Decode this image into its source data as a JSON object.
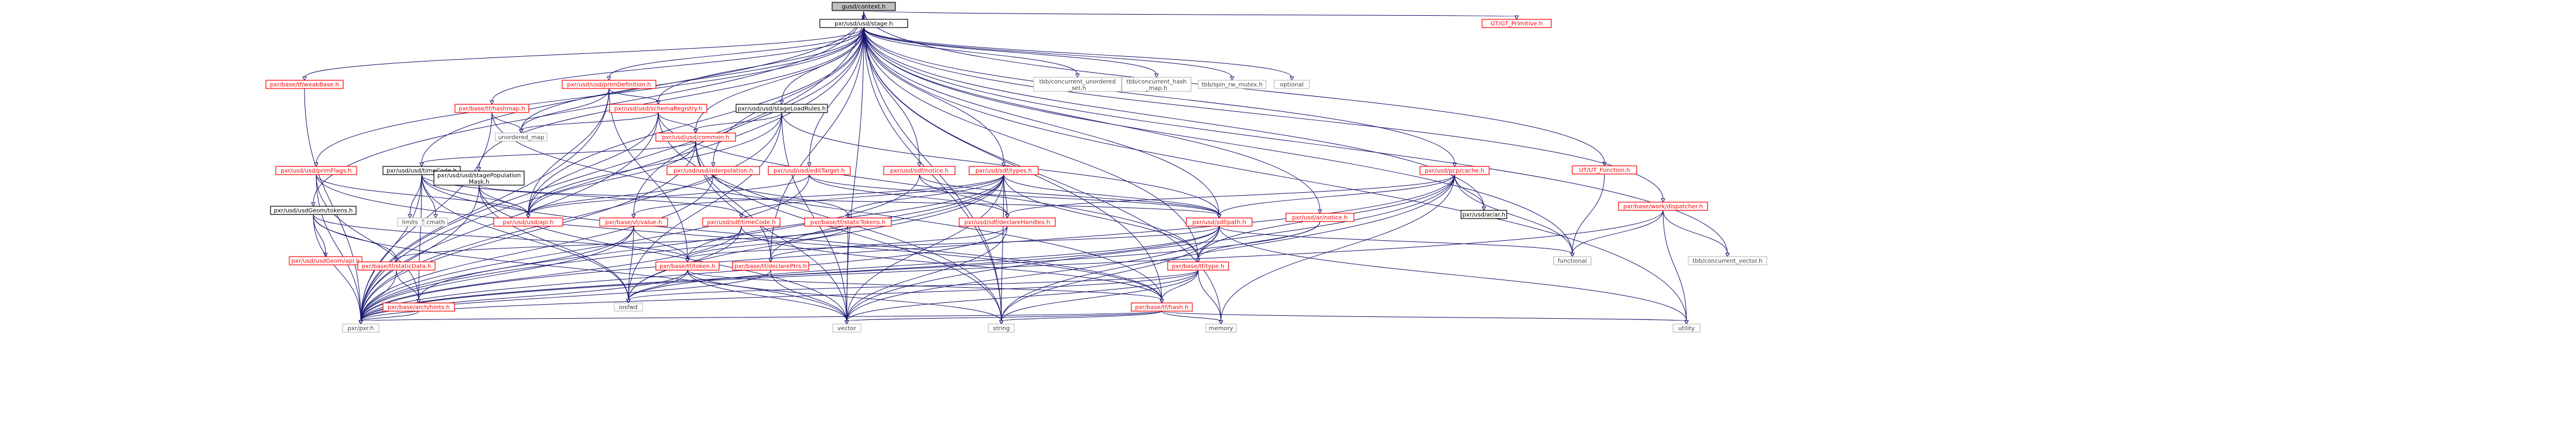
{
  "diagram": {
    "colors": {
      "edge": "#191970",
      "root_fill": "#bfbfbf",
      "text_dark": "#000000",
      "text_red": "#ff0000",
      "border_red": "#ff0000",
      "border_dark": "#000000",
      "border_gray": "#bfbfbf",
      "fill_white": "#ffffff"
    },
    "nodes": [
      {
        "id": "root",
        "label": "gusd/context.h",
        "style": "root"
      },
      {
        "id": "stage",
        "label": "pxr/usd/usd/stage.h",
        "style": "dark"
      },
      {
        "id": "gtprim",
        "label": "GT/GT_Primitive.h",
        "style": "red"
      },
      {
        "id": "utfunc",
        "label": "UT/UT_Function.h",
        "style": "red"
      },
      {
        "id": "weakbase",
        "label": "pxr/base/tf/weakBase.h",
        "style": "red"
      },
      {
        "id": "primdef",
        "label": "pxr/usd/usd/primDefinition.h",
        "style": "red"
      },
      {
        "id": "hashmap",
        "label": "pxr/base/tf/hashmap.h",
        "style": "red"
      },
      {
        "id": "schemareg",
        "label": "pxr/usd/usd/schemaRegistry.h",
        "style": "red"
      },
      {
        "id": "stageload",
        "label": "pxr/usd/usd/stageLoadRules.h",
        "style": "dark"
      },
      {
        "id": "tbbset",
        "label": "tbb/concurrent_unordered\n_set.h",
        "style": "gray"
      },
      {
        "id": "tbbhash",
        "label": "tbb/concurrent_hash\n_map.h",
        "style": "gray"
      },
      {
        "id": "tbbspin",
        "label": "tbb/spin_rw_mutex.h",
        "style": "gray"
      },
      {
        "id": "optional",
        "label": "optional",
        "style": "gray"
      },
      {
        "id": "unorderedmap",
        "label": "unordered_map",
        "style": "gray"
      },
      {
        "id": "common",
        "label": "pxr/usd/usd/common.h",
        "style": "red"
      },
      {
        "id": "primflags",
        "label": "pxr/usd/usd/primFlags.h",
        "style": "red"
      },
      {
        "id": "timecode",
        "label": "pxr/usd/usd/timeCode.h",
        "style": "dark"
      },
      {
        "id": "stagepop",
        "label": "pxr/usd/usd/stagePopulation\nMask.h",
        "style": "dark"
      },
      {
        "id": "interp",
        "label": "pxr/usd/usd/interpolation.h",
        "style": "red"
      },
      {
        "id": "edittarget",
        "label": "pxr/usd/usd/editTarget.h",
        "style": "red"
      },
      {
        "id": "sdfnotice",
        "label": "pxr/usd/sdf/notice.h",
        "style": "red"
      },
      {
        "id": "sdftypes",
        "label": "pxr/usd/sdf/types.h",
        "style": "red"
      },
      {
        "id": "pcpcache",
        "label": "pxr/usd/pcp/cache.h",
        "style": "red"
      },
      {
        "id": "arnotice",
        "label": "pxr/usd/ar/notice.h",
        "style": "red"
      },
      {
        "id": "arar",
        "label": "pxr/usd/ar/ar.h",
        "style": "dark"
      },
      {
        "id": "dispatcher",
        "label": "pxr/base/work/dispatcher.h",
        "style": "red"
      },
      {
        "id": "usdgeomtokens",
        "label": "pxr/usd/usdGeom/tokens.h",
        "style": "dark"
      },
      {
        "id": "limits",
        "label": "limits",
        "style": "gray"
      },
      {
        "id": "cmath",
        "label": "cmath",
        "style": "gray"
      },
      {
        "id": "usdapi",
        "label": "pxr/usd/usd/api.h",
        "style": "red"
      },
      {
        "id": "vtvalue",
        "label": "pxr/base/vt/value.h",
        "style": "red"
      },
      {
        "id": "sdftimecode",
        "label": "pxr/usd/sdf/timeCode.h",
        "style": "red"
      },
      {
        "id": "statictokens",
        "label": "pxr/base/tf/staticTokens.h",
        "style": "red"
      },
      {
        "id": "declhandles",
        "label": "pxr/usd/sdf/declareHandles.h",
        "style": "red"
      },
      {
        "id": "sdfpath",
        "label": "pxr/usd/sdf/path.h",
        "style": "red"
      },
      {
        "id": "usdgeomapi",
        "label": "pxr/usd/usdGeom/api.h",
        "style": "red"
      },
      {
        "id": "staticdata",
        "label": "pxr/base/tf/staticData.h",
        "style": "red"
      },
      {
        "id": "tftoken",
        "label": "pxr/base/tf/token.h",
        "style": "red"
      },
      {
        "id": "declptrs",
        "label": "pxr/base/tf/declarePtrs.h",
        "style": "red"
      },
      {
        "id": "tftype",
        "label": "pxr/base/tf/type.h",
        "style": "red"
      },
      {
        "id": "functional",
        "label": "functional",
        "style": "gray"
      },
      {
        "id": "tbbvec",
        "label": "tbb/concurrent_vector.h",
        "style": "gray"
      },
      {
        "id": "archhints",
        "label": "pxr/base/arch/hints.h",
        "style": "red"
      },
      {
        "id": "iosfwd",
        "label": "iosfwd",
        "style": "gray"
      },
      {
        "id": "tfhash",
        "label": "pxr/base/tf/hash.h",
        "style": "red"
      },
      {
        "id": "pxrh",
        "label": "pxr/pxr.h",
        "style": "gray"
      },
      {
        "id": "vector",
        "label": "vector",
        "style": "gray"
      },
      {
        "id": "string",
        "label": "string",
        "style": "gray"
      },
      {
        "id": "memory",
        "label": "memory",
        "style": "gray"
      },
      {
        "id": "utility",
        "label": "utility",
        "style": "gray"
      }
    ],
    "edges": [
      [
        "root",
        "stage"
      ],
      [
        "root",
        "gtprim"
      ],
      [
        "root",
        "utfunc"
      ],
      [
        "root",
        "timecode"
      ],
      [
        "root",
        "usdgeomtokens"
      ],
      [
        "root",
        "pxrh"
      ],
      [
        "root",
        "string"
      ],
      [
        "utfunc",
        "functional"
      ],
      [
        "stage",
        "weakbase"
      ],
      [
        "stage",
        "primdef"
      ],
      [
        "stage",
        "hashmap"
      ],
      [
        "stage",
        "schemareg"
      ],
      [
        "stage",
        "stageload"
      ],
      [
        "stage",
        "tbbset"
      ],
      [
        "stage",
        "tbbhash"
      ],
      [
        "stage",
        "tbbspin"
      ],
      [
        "stage",
        "optional"
      ],
      [
        "stage",
        "unorderedmap"
      ],
      [
        "stage",
        "common"
      ],
      [
        "stage",
        "primflags"
      ],
      [
        "stage",
        "stagepop"
      ],
      [
        "stage",
        "interp"
      ],
      [
        "stage",
        "edittarget"
      ],
      [
        "stage",
        "sdfnotice"
      ],
      [
        "stage",
        "sdftypes"
      ],
      [
        "stage",
        "pcpcache"
      ],
      [
        "stage",
        "arnotice"
      ],
      [
        "stage",
        "arar"
      ],
      [
        "stage",
        "dispatcher"
      ],
      [
        "stage",
        "tbbvec"
      ],
      [
        "stage",
        "functional"
      ],
      [
        "stage",
        "sdfpath"
      ],
      [
        "stage",
        "usdapi"
      ],
      [
        "stage",
        "vtvalue"
      ],
      [
        "stage",
        "declptrs"
      ],
      [
        "stage",
        "tftype"
      ],
      [
        "stage",
        "tfhash"
      ],
      [
        "stage",
        "pxrh"
      ],
      [
        "stage",
        "vector"
      ],
      [
        "stage",
        "string"
      ],
      [
        "stage",
        "memory"
      ],
      [
        "stage",
        "utility"
      ],
      [
        "weakbase",
        "pxrh"
      ],
      [
        "primdef",
        "schemareg"
      ],
      [
        "primdef",
        "unorderedmap"
      ],
      [
        "primdef",
        "usdapi"
      ],
      [
        "primdef",
        "pxrh"
      ],
      [
        "primdef",
        "tftoken"
      ],
      [
        "hashmap",
        "unorderedmap"
      ],
      [
        "hashmap",
        "pxrh"
      ],
      [
        "hashmap",
        "tfhash"
      ],
      [
        "schemareg",
        "unorderedmap"
      ],
      [
        "schemareg",
        "common"
      ],
      [
        "schemareg",
        "usdapi"
      ],
      [
        "schemareg",
        "pxrh"
      ],
      [
        "schemareg",
        "tftype"
      ],
      [
        "schemareg",
        "string"
      ],
      [
        "stageload",
        "common"
      ],
      [
        "stageload",
        "usdapi"
      ],
      [
        "stageload",
        "sdfpath"
      ],
      [
        "stageload",
        "vector"
      ],
      [
        "stageload",
        "iosfwd"
      ],
      [
        "stageload",
        "pxrh"
      ],
      [
        "common",
        "usdapi"
      ],
      [
        "common",
        "timecode"
      ],
      [
        "common",
        "pxrh"
      ],
      [
        "common",
        "declptrs"
      ],
      [
        "common",
        "string"
      ],
      [
        "common",
        "vector"
      ],
      [
        "primflags",
        "usdapi"
      ],
      [
        "primflags",
        "pxrh"
      ],
      [
        "primflags",
        "tfhash"
      ],
      [
        "primflags",
        "archhints"
      ],
      [
        "timecode",
        "limits"
      ],
      [
        "timecode",
        "cmath"
      ],
      [
        "timecode",
        "usdapi"
      ],
      [
        "timecode",
        "sdftimecode"
      ],
      [
        "timecode",
        "pxrh"
      ],
      [
        "timecode",
        "iosfwd"
      ],
      [
        "timecode",
        "tfhash"
      ],
      [
        "timecode",
        "archhints"
      ],
      [
        "stagepop",
        "usdapi"
      ],
      [
        "stagepop",
        "sdfpath"
      ],
      [
        "stagepop",
        "pxrh"
      ],
      [
        "stagepop",
        "iosfwd"
      ],
      [
        "stagepop",
        "vector"
      ],
      [
        "interp",
        "usdapi"
      ],
      [
        "interp",
        "statictokens"
      ],
      [
        "interp",
        "pxrh"
      ],
      [
        "edittarget",
        "usdapi"
      ],
      [
        "edittarget",
        "sdfpath"
      ],
      [
        "edittarget",
        "declhandles"
      ],
      [
        "edittarget",
        "pxrh"
      ],
      [
        "sdfnotice",
        "declhandles"
      ],
      [
        "sdfnotice",
        "sdfpath"
      ],
      [
        "sdfnotice",
        "pxrh"
      ],
      [
        "sdftypes",
        "declhandles"
      ],
      [
        "sdftypes",
        "sdfpath"
      ],
      [
        "sdftypes",
        "sdftimecode"
      ],
      [
        "sdftypes",
        "vtvalue"
      ],
      [
        "sdftypes",
        "statictokens"
      ],
      [
        "sdftypes",
        "tftoken"
      ],
      [
        "sdftypes",
        "declptrs"
      ],
      [
        "sdftypes",
        "tftype"
      ],
      [
        "sdftypes",
        "pxrh"
      ],
      [
        "sdftypes",
        "iosfwd"
      ],
      [
        "sdftypes",
        "vector"
      ],
      [
        "sdftypes",
        "string"
      ],
      [
        "pcpcache",
        "arar"
      ],
      [
        "pcpcache",
        "sdfpath"
      ],
      [
        "pcpcache",
        "declhandles"
      ],
      [
        "pcpcache",
        "functional"
      ],
      [
        "pcpcache",
        "pxrh"
      ],
      [
        "pcpcache",
        "vector"
      ],
      [
        "pcpcache",
        "string"
      ],
      [
        "pcpcache",
        "memory"
      ],
      [
        "pcpcache",
        "tftype"
      ],
      [
        "arnotice",
        "tftype"
      ],
      [
        "arnotice",
        "pxrh"
      ],
      [
        "dispatcher",
        "functional"
      ],
      [
        "dispatcher",
        "tbbvec"
      ],
      [
        "dispatcher",
        "utility"
      ],
      [
        "dispatcher",
        "pxrh"
      ],
      [
        "usdgeomtokens",
        "usdgeomapi"
      ],
      [
        "usdgeomtokens",
        "staticdata"
      ],
      [
        "usdgeomtokens",
        "tftoken"
      ],
      [
        "usdgeomtokens",
        "pxrh"
      ],
      [
        "usdgeomtokens",
        "vector"
      ],
      [
        "vtvalue",
        "pxrh"
      ],
      [
        "vtvalue",
        "iosfwd"
      ],
      [
        "vtvalue",
        "tftoken"
      ],
      [
        "vtvalue",
        "archhints"
      ],
      [
        "sdftimecode",
        "pxrh"
      ],
      [
        "sdftimecode",
        "iosfwd"
      ],
      [
        "sdftimecode",
        "tfhash"
      ],
      [
        "statictokens",
        "tftoken"
      ],
      [
        "statictokens",
        "staticdata"
      ],
      [
        "statictokens",
        "vector"
      ],
      [
        "declhandles",
        "declptrs"
      ],
      [
        "declhandles",
        "pxrh"
      ],
      [
        "declhandles",
        "vector"
      ],
      [
        "sdfpath",
        "tftoken"
      ],
      [
        "sdfpath",
        "tftype"
      ],
      [
        "sdfpath",
        "pxrh"
      ],
      [
        "sdfpath",
        "vector"
      ],
      [
        "sdfpath",
        "string"
      ],
      [
        "sdfpath",
        "iosfwd"
      ],
      [
        "sdfpath",
        "functional"
      ],
      [
        "sdfpath",
        "utility"
      ],
      [
        "staticdata",
        "archhints"
      ],
      [
        "staticdata",
        "pxrh"
      ],
      [
        "tftoken",
        "pxrh"
      ],
      [
        "tftoken",
        "iosfwd"
      ],
      [
        "tftoken",
        "vector"
      ],
      [
        "tftoken",
        "string"
      ],
      [
        "tftoken",
        "tfhash"
      ],
      [
        "declptrs",
        "pxrh"
      ],
      [
        "declptrs",
        "vector"
      ],
      [
        "tftype",
        "pxrh"
      ],
      [
        "tftype",
        "iosfwd"
      ],
      [
        "tftype",
        "vector"
      ],
      [
        "tftype",
        "string"
      ],
      [
        "tftype",
        "memory"
      ],
      [
        "tftype",
        "tfhash"
      ],
      [
        "tfhash",
        "pxrh"
      ],
      [
        "tfhash",
        "vector"
      ],
      [
        "tfhash",
        "string"
      ],
      [
        "tfhash",
        "memory"
      ],
      [
        "tfhash",
        "utility"
      ],
      [
        "archhints",
        "pxrh"
      ]
    ]
  }
}
